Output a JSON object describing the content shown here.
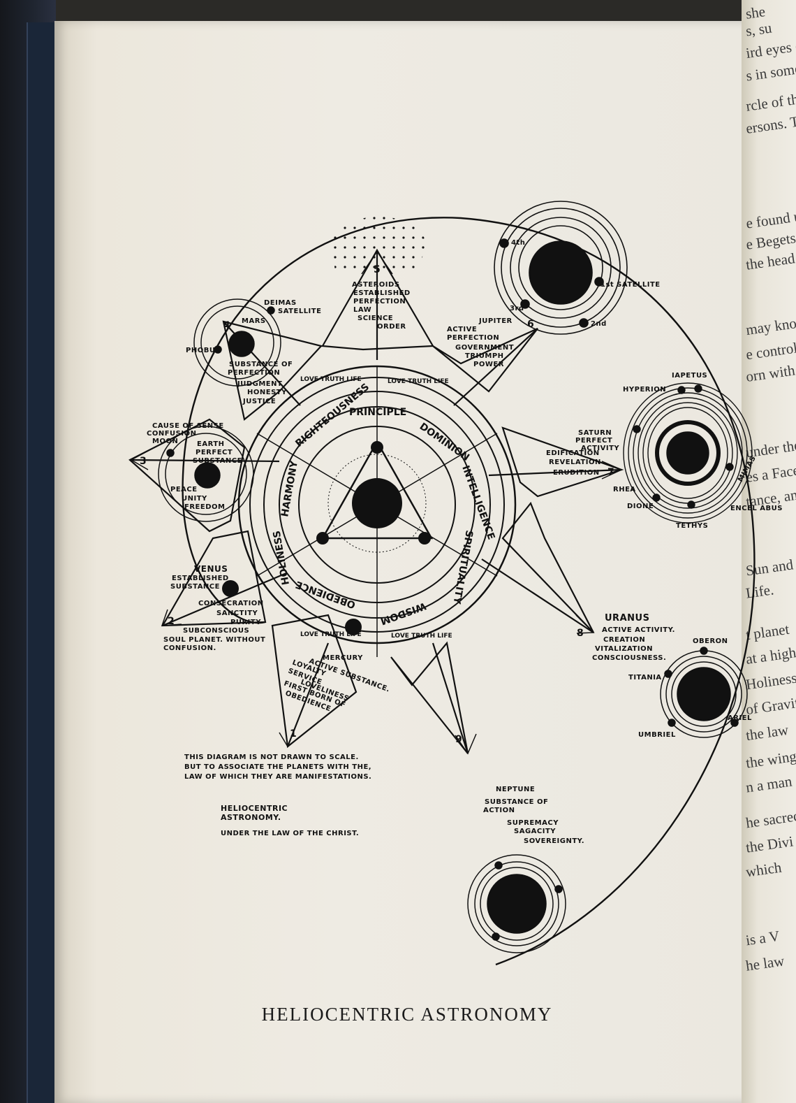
{
  "caption": "HELIOCENTRIC ASTRONOMY",
  "note": {
    "line1": "THIS DIAGRAM IS NOT DRAWN TO SCALE.",
    "line2": "BUT TO ASSOCIATE THE PLANETS WITH THE,",
    "line3": "LAW OF WHICH THEY ARE MANIFESTATIONS."
  },
  "subtitle": {
    "line1": "HELIOCENTRIC",
    "line2": "ASTRONOMY.",
    "line3": "UNDER THE LAW OF THE CHRIST."
  },
  "center_words": {
    "principle": "PRINCIPLE",
    "dominion": "DOMINION",
    "intelligence": "INTELLIGENCE",
    "spirituality": "SPIRITUALITY",
    "wisdom": "WISDOM",
    "obedience": "OBEDIENCE",
    "holiness": "HOLINESS",
    "harmony": "HARMONY",
    "righteousness": "RIGHTEOUSNESS"
  },
  "ring_words": "LOVE  TRUTH  LIFE",
  "points": {
    "p1": "1",
    "p2": "2",
    "p3": "3",
    "p4": "4",
    "p5": "5",
    "p6": "6",
    "p7": "7",
    "p8": "8",
    "p9": "9"
  },
  "asteroids": {
    "l1": "ASTEROIDS",
    "l2": "ESTABLISHED",
    "l3": "PERFECTION",
    "l4": "LAW",
    "l5": "SCIENCE",
    "l6": "ORDER"
  },
  "mars": {
    "deimas": "DEIMAS",
    "satellite": "SATELLITE",
    "name": "MARS",
    "phobus": "PHOBUS",
    "l1": "SUBSTANCE OF",
    "l2": "PERFECTION",
    "l3": "JUDGMENT",
    "l4": "HONESTY",
    "l5": "JUSTICE"
  },
  "jupiter": {
    "s4": "4th",
    "s3": "3rd",
    "s1": "1st SATELLITE",
    "s2": "2nd",
    "name": "JUPITER",
    "l1": "ACTIVE",
    "l2": "PERFECTION",
    "l3": "GOVERNMENT",
    "l4": "TRIUMPH",
    "l5": "POWER"
  },
  "earth": {
    "l0": "CAUSE OF SENSE",
    "l0b": "CONFUSION",
    "moon": "MOON",
    "name": "EARTH",
    "l1": "PERFECT",
    "l2": "SUBSTANCE",
    "l3": "PEACE",
    "l4": "UNITY",
    "l5": "FREEDOM"
  },
  "saturn": {
    "iapetus": "IAPETUS",
    "hyperion": "HYPERION",
    "name": "SATURN",
    "l1": "PERFECT",
    "l2": "ACTIVITY",
    "l3": "EDIFICATION",
    "l4": "REVELATION",
    "l5": "ERUDITION",
    "rhea": "RHEA",
    "dione": "DIONE",
    "tethys": "TETHYS",
    "mimas": "MIMAS",
    "enceladus": "ENCEL ABUS"
  },
  "venus": {
    "name": "VENUS",
    "l1": "ESTABLISHED",
    "l2": "SUBSTANCE",
    "l3": "CONSECRATION",
    "l4": "SANCTITY",
    "l5": "PURITY",
    "l6": "SUBCONSCIOUS",
    "l7": "SOUL PLANET. WITHOUT",
    "l8": "CONFUSION."
  },
  "mercury": {
    "name": "MERCURY",
    "l1": "ACTIVE SUBSTANCE.",
    "l2": "LOYALTY",
    "l3": "SERVICE",
    "l4": "LOVELINESS",
    "l5": "FIRST BORN OF",
    "l6": "OBEDIENCE"
  },
  "uranus": {
    "name": "URANUS",
    "l1": "ACTIVE ACTIVITY.",
    "l2": "CREATION",
    "l3": "VITALIZATION",
    "l4": "CONSCIOUSNESS.",
    "oberon": "OBERON",
    "titania": "TITANIA",
    "umbriel": "UMBRIEL",
    "ariel": "ARIEL"
  },
  "neptune": {
    "name": "NEPTUNE",
    "l1": "SUBSTANCE OF",
    "l2": "ACTION",
    "l3": "SUPREMACY",
    "l4": "SAGACITY",
    "l5": "SOVEREIGNTY."
  },
  "next_page": {
    "w1": "she",
    "w2": "s, su",
    "w3": "ird eyes of",
    "w4": "s in some form",
    "w5": "rcle of the",
    "w6": "ersons. Th",
    "w7": "e found unfol",
    "w8": "e Begets with",
    "w9": "the head",
    "w10": "may know",
    "w11": "e controlling",
    "w12": "orn with the",
    "w13": "under the",
    "w14": "es a Face of",
    "w15": "tance, and",
    "w16": "Sun and",
    "w17": "Life.",
    "w18": "t planet",
    "w19": "at a high",
    "w20": "Holiness;",
    "w21": "of Gravit",
    "w22": "the law",
    "w23": "the winge",
    "w24": "n a man",
    "w25": "he sacred",
    "w26": "the Divi",
    "w27": "which",
    "w28": "is a V",
    "w29": "he law"
  },
  "colors": {
    "ink": "#111111",
    "paper": "#ece9e1"
  }
}
